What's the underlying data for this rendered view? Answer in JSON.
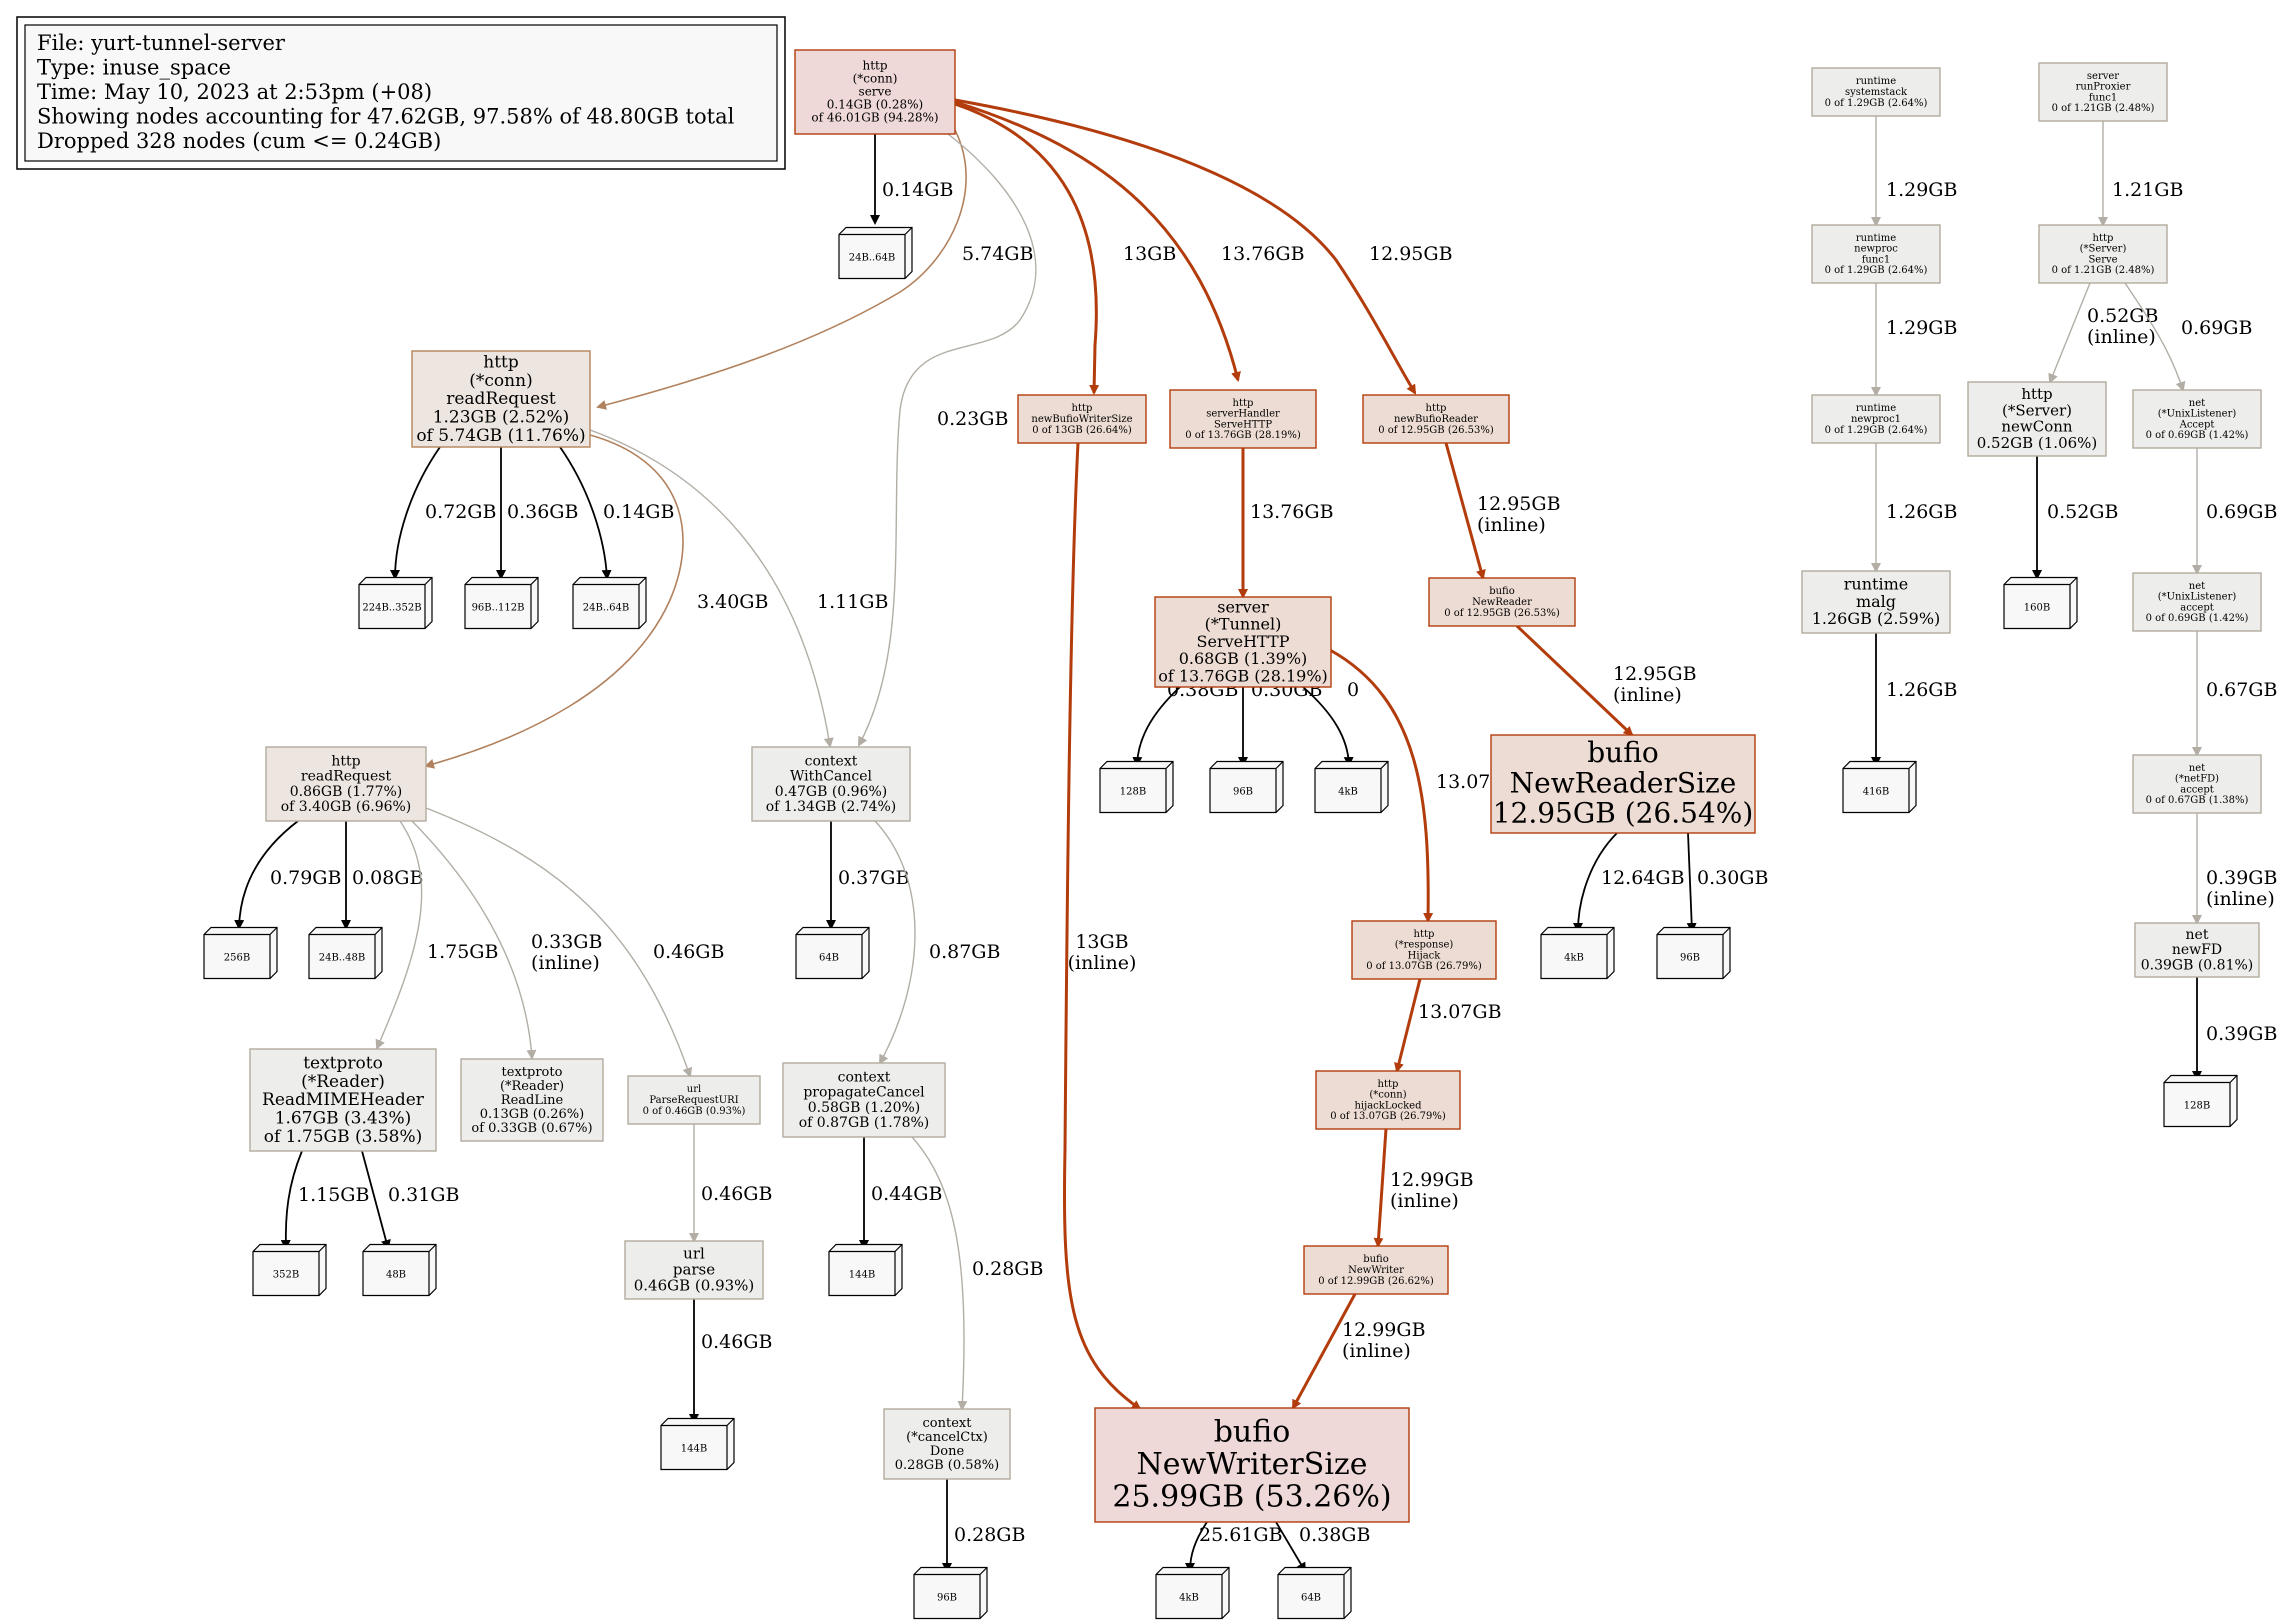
{
  "legend": [
    "File: yurt-tunnel-server",
    "Type: inuse_space",
    "Time: May 10, 2023 at 2:53pm (+08)",
    "Showing nodes accounting for 47.62GB, 97.58% of 48.80GB total",
    "Dropped 328 nodes (cum <= 0.24GB)"
  ],
  "colors": {
    "hot_border": "#b23c0c",
    "hot_edge": "#b23c0c",
    "warm_border": "#b28459",
    "warm_edge": "#b2825e",
    "cool_border": "#b2ab9c",
    "cool_edge": "#b2aea6",
    "cold_edge": "#000000",
    "node_fill_pink": "#eed8d8",
    "node_fill_peach": "#eddcd3",
    "node_fill_tan": "#ede6e0",
    "node_fill_grey": "#ededeb",
    "leaf_fill": "#f8f8f8"
  },
  "nodes": [
    {
      "id": "conn_serve",
      "lines": [
        "http",
        "(*conn)",
        "serve",
        "0.14GB (0.28%)",
        "of 46.01GB (94.28%)"
      ]
    },
    {
      "id": "conn_readRequest",
      "lines": [
        "http",
        "(*conn)",
        "readRequest",
        "1.23GB (2.52%)",
        "of 5.74GB (11.76%)"
      ]
    },
    {
      "id": "readRequest",
      "lines": [
        "http",
        "readRequest",
        "0.86GB (1.77%)",
        "of 3.40GB (6.96%)"
      ]
    },
    {
      "id": "ctx_withCancel",
      "lines": [
        "context",
        "WithCancel",
        "0.47GB (0.96%)",
        "of 1.34GB (2.74%)"
      ]
    },
    {
      "id": "newBufioWriterSize",
      "lines": [
        "http",
        "newBufioWriterSize",
        "0 of 13GB (26.64%)"
      ]
    },
    {
      "id": "serverHandler",
      "lines": [
        "http",
        "serverHandler",
        "ServeHTTP",
        "0 of 13.76GB (28.19%)"
      ]
    },
    {
      "id": "newBufioReader",
      "lines": [
        "http",
        "newBufioReader",
        "0 of 12.95GB (26.53%)"
      ]
    },
    {
      "id": "tunnel_serveHTTP",
      "lines": [
        "server",
        "(*Tunnel)",
        "ServeHTTP",
        "0.68GB (1.39%)",
        "of 13.76GB (28.19%)"
      ]
    },
    {
      "id": "bufio_newReader",
      "lines": [
        "bufio",
        "NewReader",
        "0 of 12.95GB (26.53%)"
      ]
    },
    {
      "id": "bufio_newReaderSize",
      "lines": [
        "bufio",
        "NewReaderSize",
        "12.95GB (26.54%)"
      ]
    },
    {
      "id": "response_hijack",
      "lines": [
        "http",
        "(*response)",
        "Hijack",
        "0 of 13.07GB (26.79%)"
      ]
    },
    {
      "id": "conn_hijackLocked",
      "lines": [
        "http",
        "(*conn)",
        "hijackLocked",
        "0 of 13.07GB (26.79%)"
      ]
    },
    {
      "id": "bufio_newWriter",
      "lines": [
        "bufio",
        "NewWriter",
        "0 of 12.99GB (26.62%)"
      ]
    },
    {
      "id": "bufio_newWriterSize",
      "lines": [
        "bufio",
        "NewWriterSize",
        "25.99GB (53.26%)"
      ]
    },
    {
      "id": "textproto_mime",
      "lines": [
        "textproto",
        "(*Reader)",
        "ReadMIMEHeader",
        "1.67GB (3.43%)",
        "of 1.75GB (3.58%)"
      ]
    },
    {
      "id": "textproto_readLine",
      "lines": [
        "textproto",
        "(*Reader)",
        "ReadLine",
        "0.13GB (0.26%)",
        "of 0.33GB (0.67%)"
      ]
    },
    {
      "id": "url_parseRequestURI",
      "lines": [
        "url",
        "ParseRequestURI",
        "0 of 0.46GB (0.93%)"
      ]
    },
    {
      "id": "url_parse",
      "lines": [
        "url",
        "parse",
        "0.46GB (0.93%)"
      ]
    },
    {
      "id": "ctx_propagateCancel",
      "lines": [
        "context",
        "propagateCancel",
        "0.58GB (1.20%)",
        "of 0.87GB (1.78%)"
      ]
    },
    {
      "id": "ctx_cancelDone",
      "lines": [
        "context",
        "(*cancelCtx)",
        "Done",
        "0.28GB (0.58%)"
      ]
    },
    {
      "id": "rt_systemstack",
      "lines": [
        "runtime",
        "systemstack",
        "0 of 1.29GB (2.64%)"
      ]
    },
    {
      "id": "rt_newproc_func1",
      "lines": [
        "runtime",
        "newproc",
        "func1",
        "0 of 1.29GB (2.64%)"
      ]
    },
    {
      "id": "rt_newproc1",
      "lines": [
        "runtime",
        "newproc1",
        "0 of 1.29GB (2.64%)"
      ]
    },
    {
      "id": "rt_malg",
      "lines": [
        "runtime",
        "malg",
        "1.26GB (2.59%)"
      ]
    },
    {
      "id": "srv_runProxier",
      "lines": [
        "server",
        "runProxier",
        "func1",
        "0 of 1.21GB (2.48%)"
      ]
    },
    {
      "id": "http_server_serve",
      "lines": [
        "http",
        "(*Server)",
        "Serve",
        "0 of 1.21GB (2.48%)"
      ]
    },
    {
      "id": "http_server_newConn",
      "lines": [
        "http",
        "(*Server)",
        "newConn",
        "0.52GB (1.06%)"
      ]
    },
    {
      "id": "unix_Accept",
      "lines": [
        "net",
        "(*UnixListener)",
        "Accept",
        "0 of 0.69GB (1.42%)"
      ]
    },
    {
      "id": "unix_accept",
      "lines": [
        "net",
        "(*UnixListener)",
        "accept",
        "0 of 0.69GB (1.42%)"
      ]
    },
    {
      "id": "netfd_accept",
      "lines": [
        "net",
        "(*netFD)",
        "accept",
        "0 of 0.67GB (1.38%)"
      ]
    },
    {
      "id": "net_newFD",
      "lines": [
        "net",
        "newFD",
        "0.39GB (0.81%)"
      ]
    }
  ],
  "leaves": [
    {
      "id": "L_serve",
      "label": "24B..64B"
    },
    {
      "id": "L_rr1",
      "label": "224B..352B"
    },
    {
      "id": "L_rr2",
      "label": "96B..112B"
    },
    {
      "id": "L_rr3",
      "label": "24B..64B"
    },
    {
      "id": "L_r1",
      "label": "256B"
    },
    {
      "id": "L_r2",
      "label": "24B..48B"
    },
    {
      "id": "L_wc",
      "label": "64B"
    },
    {
      "id": "L_t1",
      "label": "128B"
    },
    {
      "id": "L_t2",
      "label": "96B"
    },
    {
      "id": "L_t3",
      "label": "4kB"
    },
    {
      "id": "L_nrs1",
      "label": "4kB"
    },
    {
      "id": "L_nrs2",
      "label": "96B"
    },
    {
      "id": "L_m1",
      "label": "352B"
    },
    {
      "id": "L_m2",
      "label": "48B"
    },
    {
      "id": "L_up",
      "label": "144B"
    },
    {
      "id": "L_pc",
      "label": "144B"
    },
    {
      "id": "L_done",
      "label": "96B"
    },
    {
      "id": "L_nws1",
      "label": "4kB"
    },
    {
      "id": "L_nws2",
      "label": "64B"
    },
    {
      "id": "L_malg",
      "label": "416B"
    },
    {
      "id": "L_nc",
      "label": "160B"
    },
    {
      "id": "L_fd",
      "label": "128B"
    }
  ],
  "edges": [
    {
      "from": "conn_serve",
      "to": "L_serve",
      "label": [
        "0.14GB"
      ]
    },
    {
      "from": "conn_serve",
      "to": "conn_readRequest",
      "label": [
        "5.74GB"
      ]
    },
    {
      "from": "conn_serve",
      "to": "ctx_withCancel",
      "label": [
        "0.23GB"
      ]
    },
    {
      "from": "conn_serve",
      "to": "newBufioWriterSize",
      "label": [
        "13GB"
      ]
    },
    {
      "from": "conn_serve",
      "to": "serverHandler",
      "label": [
        "13.76GB"
      ]
    },
    {
      "from": "conn_serve",
      "to": "newBufioReader",
      "label": [
        "12.95GB"
      ]
    },
    {
      "from": "conn_readRequest",
      "to": "L_rr1",
      "label": [
        "0.72GB"
      ]
    },
    {
      "from": "conn_readRequest",
      "to": "L_rr2",
      "label": [
        "0.36GB"
      ]
    },
    {
      "from": "conn_readRequest",
      "to": "L_rr3",
      "label": [
        "0.14GB"
      ]
    },
    {
      "from": "conn_readRequest",
      "to": "readRequest",
      "label": [
        "3.40GB"
      ]
    },
    {
      "from": "conn_readRequest",
      "to": "ctx_withCancel",
      "label": [
        "1.11GB"
      ]
    },
    {
      "from": "readRequest",
      "to": "L_r1",
      "label": [
        "0.79GB"
      ]
    },
    {
      "from": "readRequest",
      "to": "L_r2",
      "label": [
        "0.08GB"
      ]
    },
    {
      "from": "readRequest",
      "to": "textproto_mime",
      "label": [
        "1.75GB"
      ]
    },
    {
      "from": "readRequest",
      "to": "textproto_readLine",
      "label": [
        "0.33GB",
        "(inline)"
      ]
    },
    {
      "from": "readRequest",
      "to": "url_parseRequestURI",
      "label": [
        "0.46GB"
      ]
    },
    {
      "from": "ctx_withCancel",
      "to": "L_wc",
      "label": [
        "0.37GB"
      ]
    },
    {
      "from": "ctx_withCancel",
      "to": "ctx_propagateCancel",
      "label": [
        "0.87GB"
      ]
    },
    {
      "from": "newBufioWriterSize",
      "to": "bufio_newWriterSize",
      "label": [
        "13GB",
        "(inline)"
      ]
    },
    {
      "from": "serverHandler",
      "to": "tunnel_serveHTTP",
      "label": [
        "13.76GB"
      ]
    },
    {
      "from": "newBufioReader",
      "to": "bufio_newReader",
      "label": [
        "12.95GB",
        "(inline)"
      ]
    },
    {
      "from": "tunnel_serveHTTP",
      "to": "L_t1",
      "label": [
        "0.38GB"
      ]
    },
    {
      "from": "tunnel_serveHTTP",
      "to": "L_t2",
      "label": [
        "0.30GB"
      ]
    },
    {
      "from": "tunnel_serveHTTP",
      "to": "L_t3",
      "label": [
        "0"
      ]
    },
    {
      "from": "tunnel_serveHTTP",
      "to": "response_hijack",
      "label": [
        "13.07GB"
      ]
    },
    {
      "from": "bufio_newReader",
      "to": "bufio_newReaderSize",
      "label": [
        "12.95GB",
        "(inline)"
      ]
    },
    {
      "from": "bufio_newReaderSize",
      "to": "L_nrs1",
      "label": [
        "12.64GB"
      ]
    },
    {
      "from": "bufio_newReaderSize",
      "to": "L_nrs2",
      "label": [
        "0.30GB"
      ]
    },
    {
      "from": "response_hijack",
      "to": "conn_hijackLocked",
      "label": [
        "13.07GB"
      ]
    },
    {
      "from": "conn_hijackLocked",
      "to": "bufio_newWriter",
      "label": [
        "12.99GB",
        "(inline)"
      ]
    },
    {
      "from": "bufio_newWriter",
      "to": "bufio_newWriterSize",
      "label": [
        "12.99GB",
        "(inline)"
      ]
    },
    {
      "from": "bufio_newWriterSize",
      "to": "L_nws1",
      "label": [
        "25.61GB"
      ]
    },
    {
      "from": "bufio_newWriterSize",
      "to": "L_nws2",
      "label": [
        "0.38GB"
      ]
    },
    {
      "from": "textproto_mime",
      "to": "L_m1",
      "label": [
        "1.15GB"
      ]
    },
    {
      "from": "textproto_mime",
      "to": "L_m2",
      "label": [
        "0.31GB"
      ]
    },
    {
      "from": "url_parseRequestURI",
      "to": "url_parse",
      "label": [
        "0.46GB"
      ]
    },
    {
      "from": "url_parse",
      "to": "L_up",
      "label": [
        "0.46GB"
      ]
    },
    {
      "from": "ctx_propagateCancel",
      "to": "L_pc",
      "label": [
        "0.44GB"
      ]
    },
    {
      "from": "ctx_propagateCancel",
      "to": "ctx_cancelDone",
      "label": [
        "0.28GB"
      ]
    },
    {
      "from": "ctx_cancelDone",
      "to": "L_done",
      "label": [
        "0.28GB"
      ]
    },
    {
      "from": "rt_systemstack",
      "to": "rt_newproc_func1",
      "label": [
        "1.29GB"
      ]
    },
    {
      "from": "rt_newproc_func1",
      "to": "rt_newproc1",
      "label": [
        "1.29GB"
      ]
    },
    {
      "from": "rt_newproc1",
      "to": "rt_malg",
      "label": [
        "1.26GB"
      ]
    },
    {
      "from": "rt_malg",
      "to": "L_malg",
      "label": [
        "1.26GB"
      ]
    },
    {
      "from": "srv_runProxier",
      "to": "http_server_serve",
      "label": [
        "1.21GB"
      ]
    },
    {
      "from": "http_server_serve",
      "to": "http_server_newConn",
      "label": [
        "0.52GB",
        "(inline)"
      ]
    },
    {
      "from": "http_server_serve",
      "to": "unix_Accept",
      "label": [
        "0.69GB"
      ]
    },
    {
      "from": "http_server_newConn",
      "to": "L_nc",
      "label": [
        "0.52GB"
      ]
    },
    {
      "from": "unix_Accept",
      "to": "unix_accept",
      "label": [
        "0.69GB"
      ]
    },
    {
      "from": "unix_accept",
      "to": "netfd_accept",
      "label": [
        "0.67GB"
      ]
    },
    {
      "from": "netfd_accept",
      "to": "net_newFD",
      "label": [
        "0.39GB",
        "(inline)"
      ]
    },
    {
      "from": "net_newFD",
      "to": "L_fd",
      "label": [
        "0.39GB"
      ]
    }
  ]
}
